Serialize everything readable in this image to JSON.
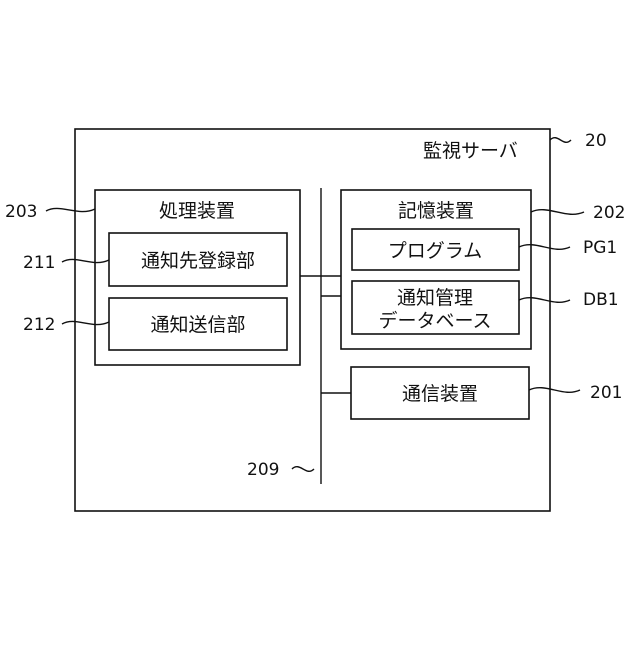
{
  "server": {
    "title": "監視サーバ",
    "ref": "20"
  },
  "processor": {
    "title": "処理装置",
    "ref": "203",
    "units": [
      {
        "label": "通知先登録部",
        "ref": "211"
      },
      {
        "label": "通知送信部",
        "ref": "212"
      }
    ]
  },
  "storage": {
    "title": "記憶装置",
    "ref": "202",
    "program": {
      "label": "プログラム",
      "ref": "PG1"
    },
    "database": {
      "label_line1": "通知管理",
      "label_line2": "データベース",
      "ref": "DB1"
    }
  },
  "comm": {
    "label": "通信装置",
    "ref": "201"
  },
  "bus": {
    "ref": "209"
  }
}
